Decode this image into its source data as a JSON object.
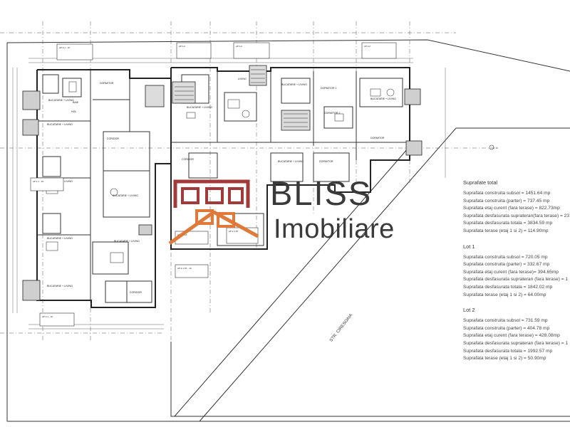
{
  "logo": {
    "line1": "BLISS",
    "line2": "Imobiliare",
    "color_house": "#a33a3a",
    "color_roof": "#e07a3a",
    "color_text": "#3a3a3a"
  },
  "street_label": "STR. CIRESOAIA",
  "stats": {
    "total": {
      "title": "Suprafate total",
      "lines": [
        "Suprafata construita subsol = 1451.64 mp",
        "Suprafata construita (parter) = 737.45 mp",
        "Suprafata etaj curent (fara terase) = 822.73mp",
        "Suprafata desfasurata suprateran(fara terase) = 23",
        "Suprafata desfasurata totala = 3834.59 mp",
        "Suprafata terase (etaj 1 si 2) = 114.90mp"
      ]
    },
    "lot1": {
      "title": "Lot 1",
      "lines": [
        "Suprafata construita subsol = 720.05 mp",
        "Suprafata construita (parter) = 332.67 mp",
        "Suprafata etaj curent (fara terase)= 394.65mp",
        "Suprafata desfasurata suprateran (fara terase) = 1",
        "Suprafata desfasurata totala = 1842.02 mp",
        "Suprafata terase (etaj 1 si 2) = 64.00mp"
      ]
    },
    "lot2": {
      "title": "Lot 2",
      "lines": [
        "Suprafata construita subsol = 731.59 mp",
        "Suprafata construita (parter) = 404.78 mp",
        "Suprafata etaj curent (fara terase) = 428.08mp",
        "Suprafata desfasurata suprateran (fara terase) = 1",
        "Suprafata desfasurata totala = 1992.57 mp",
        "Suprafata terase (etaj 1 si 2) = 50.90mp"
      ]
    }
  },
  "plan": {
    "axis_mark": "A",
    "room_labels": [
      "BUCATARIE + LIVING",
      "DORMITOR",
      "BAIE",
      "HOL",
      "CORIDOR",
      "LIVING",
      "DORMITOR 1",
      "DORMITOR 2"
    ],
    "apartment_tags": [
      "AP 2.1 - 10",
      "AP 1.2",
      "AP 1.2",
      "AP 2.2",
      "AP 2.1 - 10",
      "AP 2.1 - 10",
      "AP 2.1 ST",
      "AP 2.1 ST - 10"
    ]
  }
}
